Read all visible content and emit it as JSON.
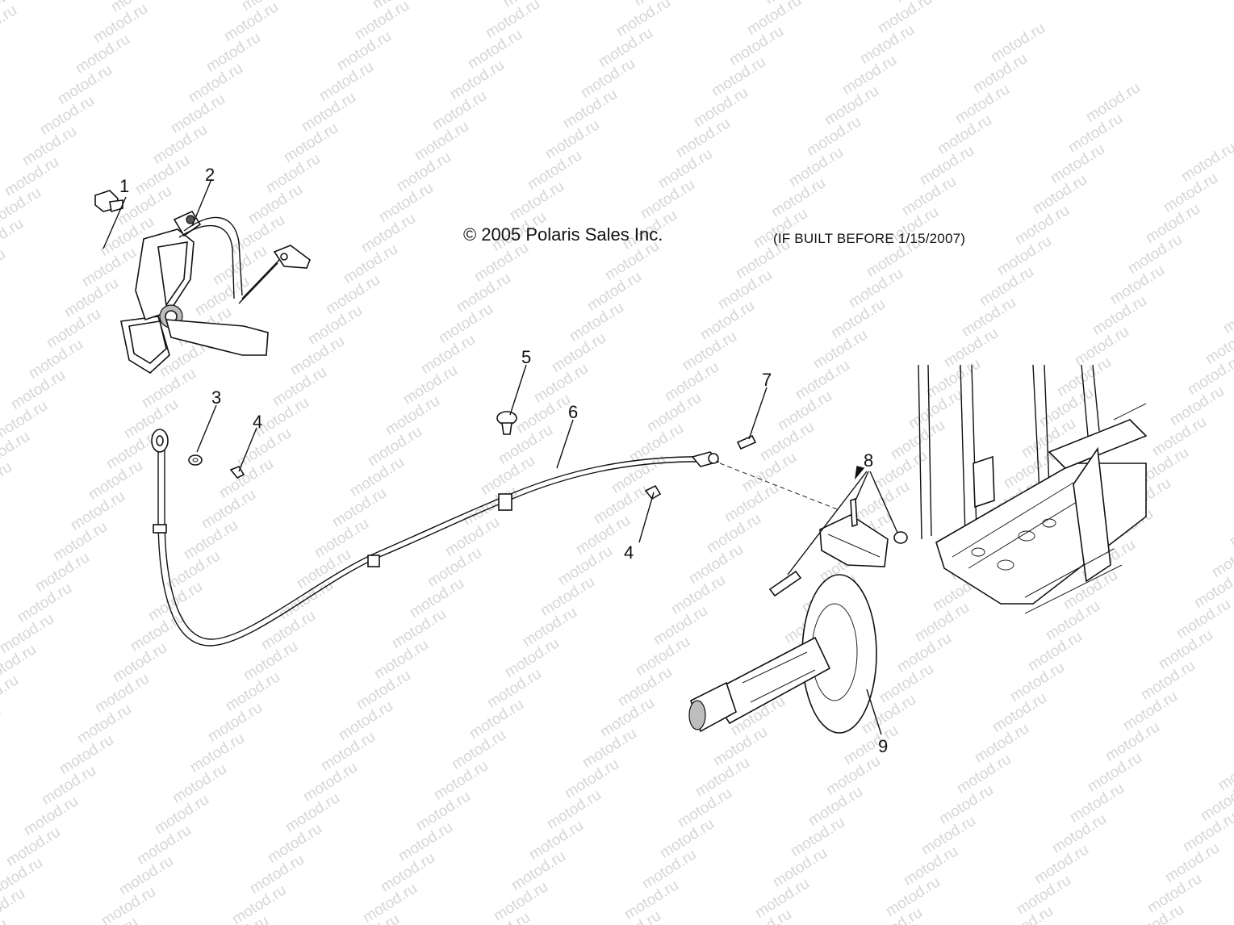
{
  "diagram": {
    "copyright": "© 2005 Polaris Sales Inc.",
    "note": "(IF BUILT BEFORE 1/15/2007)",
    "watermark": "motod.ru",
    "callouts": [
      {
        "id": "1",
        "label": "1"
      },
      {
        "id": "2",
        "label": "2"
      },
      {
        "id": "3",
        "label": "3"
      },
      {
        "id": "4a",
        "label": "4"
      },
      {
        "id": "4b",
        "label": "4"
      },
      {
        "id": "5",
        "label": "5"
      },
      {
        "id": "6",
        "label": "6"
      },
      {
        "id": "7",
        "label": "7"
      },
      {
        "id": "8",
        "label": "8"
      },
      {
        "id": "9",
        "label": "9"
      }
    ]
  }
}
